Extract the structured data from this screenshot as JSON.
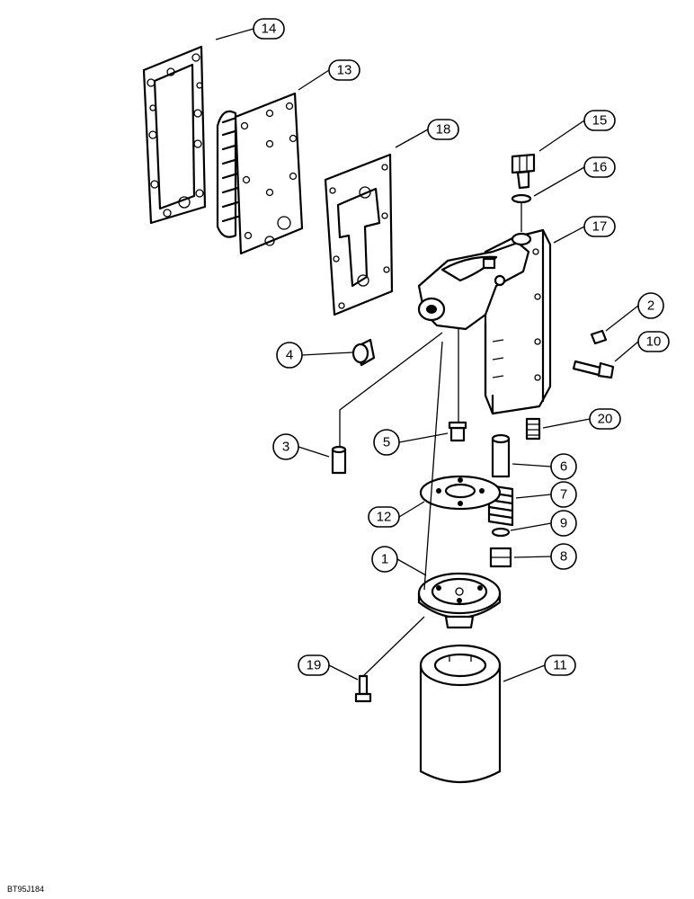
{
  "figure_code": "BT95J184",
  "callouts": [
    {
      "num": "14"
    },
    {
      "num": "13"
    },
    {
      "num": "18"
    },
    {
      "num": "15"
    },
    {
      "num": "16"
    },
    {
      "num": "17"
    },
    {
      "num": "2"
    },
    {
      "num": "10"
    },
    {
      "num": "4"
    },
    {
      "num": "20"
    },
    {
      "num": "3"
    },
    {
      "num": "5"
    },
    {
      "num": "6"
    },
    {
      "num": "7"
    },
    {
      "num": "12"
    },
    {
      "num": "9"
    },
    {
      "num": "8"
    },
    {
      "num": "1"
    },
    {
      "num": "19"
    },
    {
      "num": "11"
    }
  ]
}
